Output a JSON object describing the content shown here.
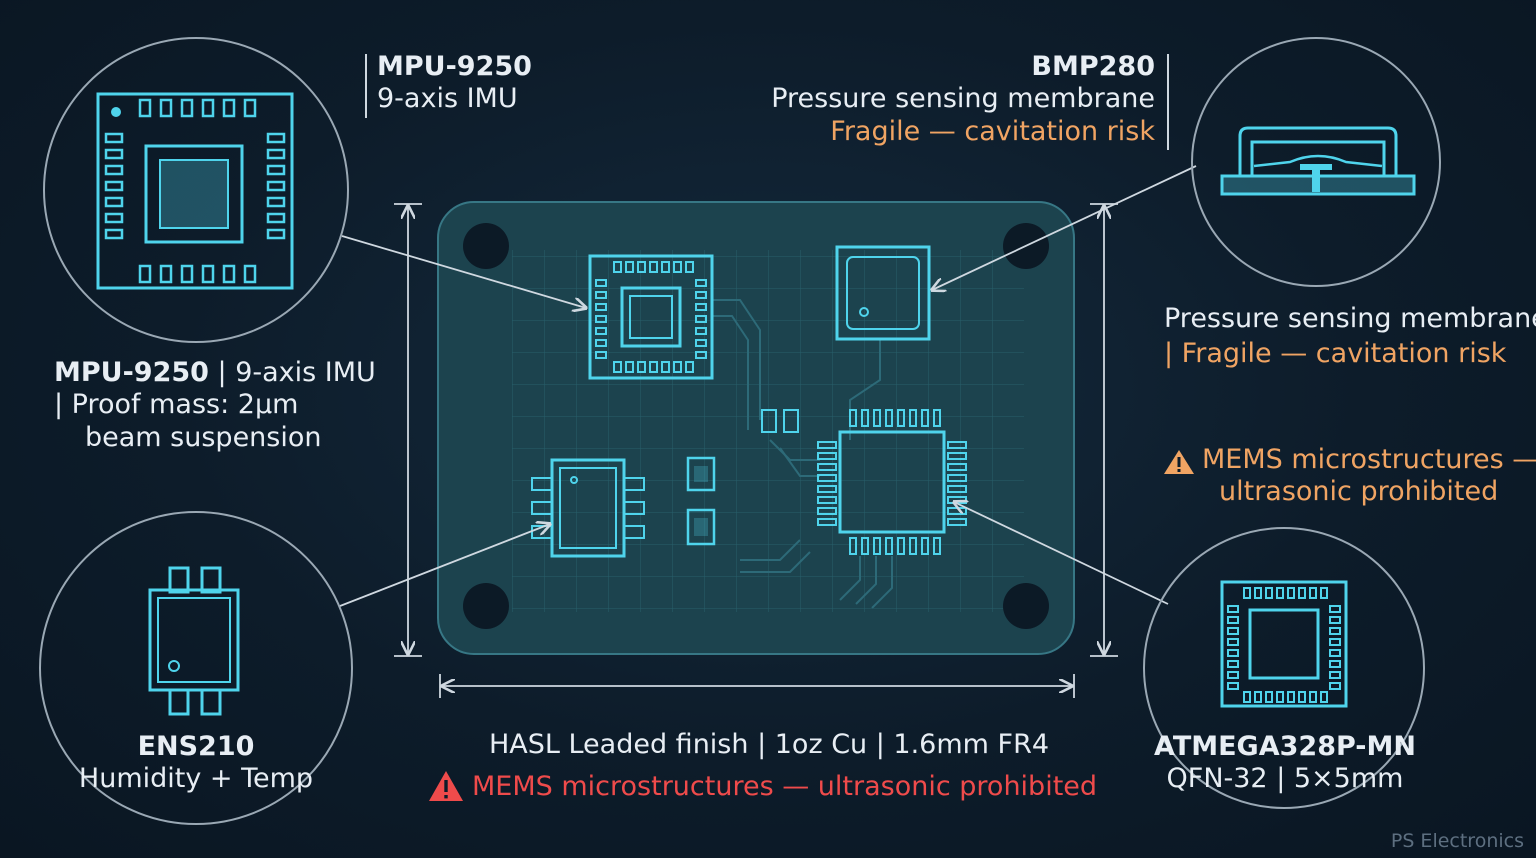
{
  "callouts": {
    "mpu_top": {
      "name": "MPU-9250",
      "desc": "9-axis IMU"
    },
    "mpu_left": {
      "name": "MPU-9250",
      "sep": " | ",
      "desc": "9-axis IMU",
      "line2": "| Proof mass: 2μm",
      "line3": "beam suspension"
    },
    "bmp_top": {
      "name": "BMP280",
      "line2": "Pressure sensing membrane",
      "line3": "Fragile — cavitation risk"
    },
    "bmp_right": {
      "line1": "Pressure sensing membrane",
      "line2": "| Fragile — cavitation risk"
    },
    "mems_right": {
      "line1": "MEMS microstructures —",
      "line2": "ultrasonic prohibited"
    },
    "ens": {
      "name": "ENS210",
      "desc": "Humidity + Temp"
    },
    "atmega": {
      "name": "ATMEGA328P-MN",
      "desc": "QFN-32 | 5×5mm"
    },
    "footer": {
      "spec": "HASL Leaded finish | 1oz Cu | 1.6mm FR4",
      "warning": "MEMS microstructures — ultrasonic prohibited"
    }
  },
  "watermark": "PS Electronics",
  "colors": {
    "accent": "#4fd4ec",
    "warning_orange": "#f0a463",
    "warning_red": "#ef4b4b",
    "board": "#1d4550"
  }
}
